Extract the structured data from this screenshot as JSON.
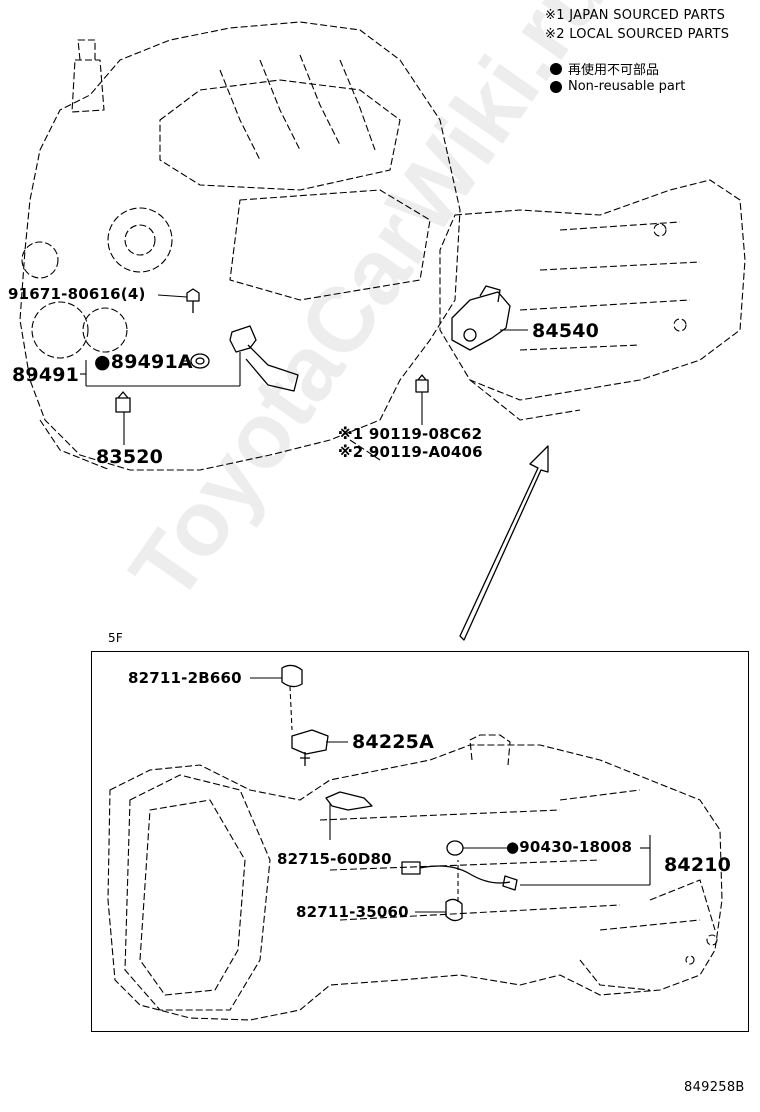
{
  "notes": {
    "japan_sourced": "※1 JAPAN SOURCED PARTS",
    "local_sourced": "※2 LOCAL SOURCED PARTS"
  },
  "legend": {
    "non_reusable_jp": "再使用不可部品",
    "non_reusable_en": "Non-reusable part"
  },
  "watermark": "ToyotaCarWiki.ru",
  "upper_parts": {
    "bolt": "91671-80616(4)",
    "sensor": "89491",
    "oring": "●89491A",
    "switch": "83520",
    "shift_unit": "84540",
    "plug_jp": "※1 90119-08C62",
    "plug_local": "※2 90119-A0406"
  },
  "inset": {
    "variant": "5F",
    "clamp_top": "82711-2B660",
    "switch_bracket": "84225A",
    "bracket": "82715-60D80",
    "gasket": "●90430-18008",
    "reverse_switch": "84210",
    "clamp_bottom": "82711-35060"
  },
  "figure_id": "849258B"
}
